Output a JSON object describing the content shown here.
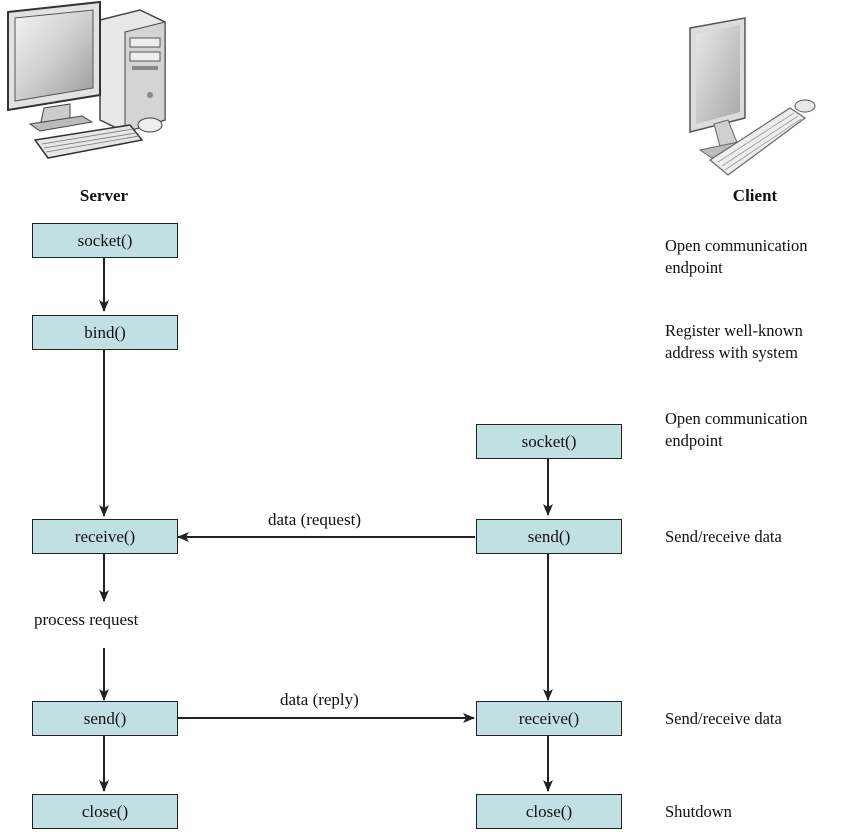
{
  "server": {
    "title": "Server",
    "icon": "desktop-computer-icon",
    "boxes": {
      "socket": "socket()",
      "bind": "bind()",
      "receive": "receive()",
      "send": "send()",
      "close": "close()"
    },
    "process_label": "process request"
  },
  "client": {
    "title": "Client",
    "icon": "monitor-computer-icon",
    "boxes": {
      "socket": "socket()",
      "send": "send()",
      "receive": "receive()",
      "close": "close()"
    }
  },
  "messages": {
    "request": "data (request)",
    "reply": "data (reply)"
  },
  "descriptions": {
    "open1_line1": "Open communication",
    "open1_line2": "endpoint",
    "register_line1": "Register well-known",
    "register_line2": "address with system",
    "open2_line1": "Open communication",
    "open2_line2": "endpoint",
    "sendrecv1": "Send/receive data",
    "sendrecv2": "Send/receive data",
    "shutdown": "Shutdown"
  },
  "colors": {
    "box_fill": "#c2dfe3",
    "line": "#222222"
  }
}
